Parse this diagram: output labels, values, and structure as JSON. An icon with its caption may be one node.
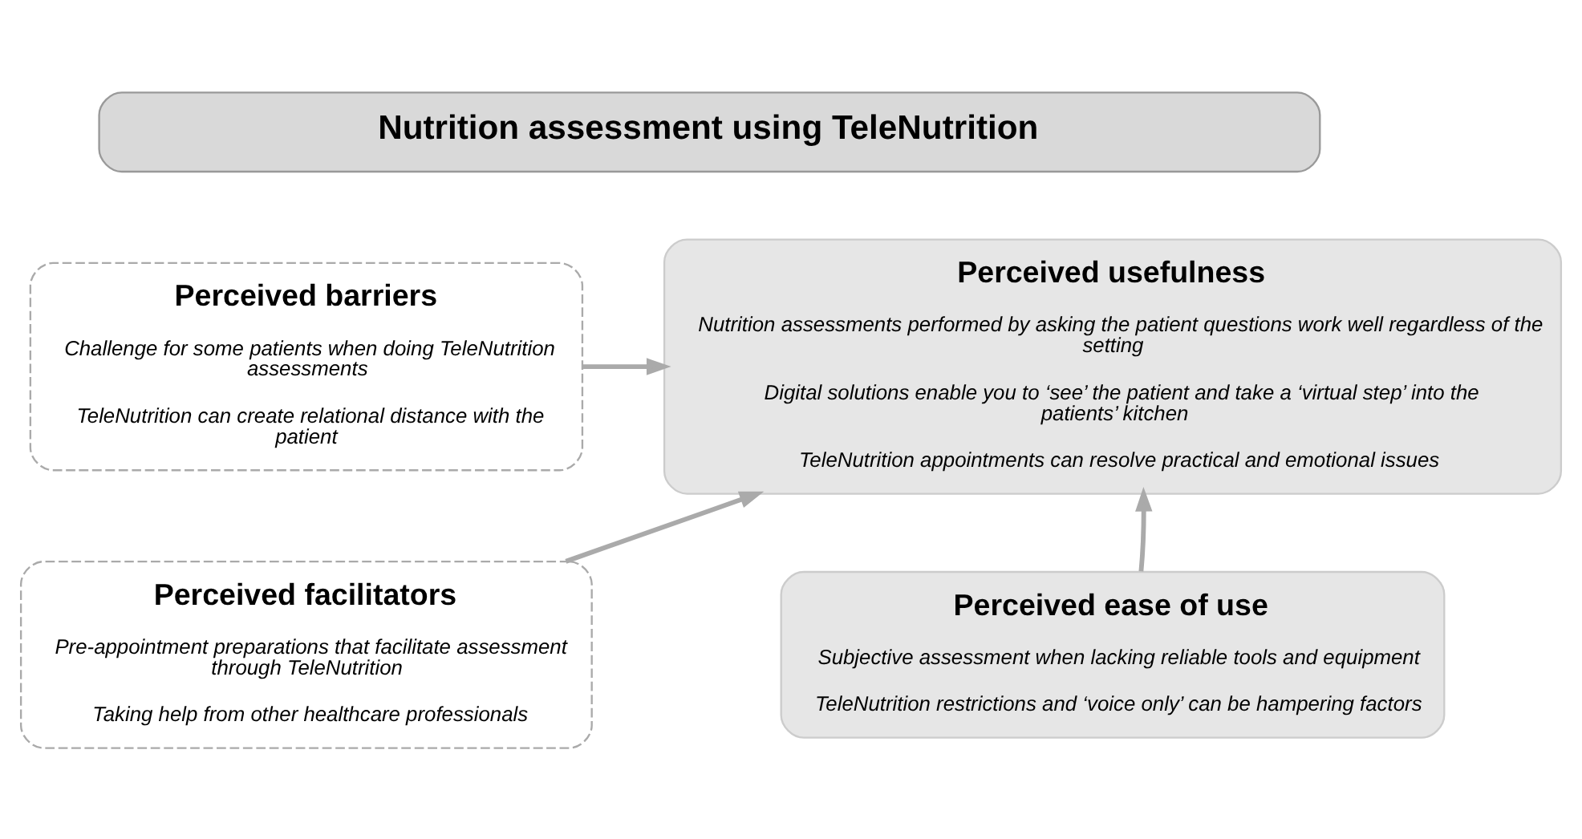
{
  "diagram": {
    "nodes": [
      {
        "text": [
          "Nutrition assessment using TeleNutrition"
        ]
      },
      {
        "text": [
          "Perceived barriers",
          "Challenge for some patients when doing TeleNutrition assessments",
          "TeleNutrition can create relational distance with the patient"
        ]
      },
      {
        "text": [
          "Perceived facilitators",
          "Pre-appointment preparations that facilitate assessment through TeleNutrition",
          "Taking help from other healthcare professionals"
        ]
      },
      {
        "text": [
          "Perceived usefulness",
          "Nutrition assessments performed by asking the patient questions work well regardless of the setting",
          "Digital solutions enable you to ‘see’ the patient and take a ‘virtual step’ into the patients’ kitchen",
          "TeleNutrition appointments can resolve practical and emotional issues"
        ]
      },
      {
        "text": [
          "Perceived ease of use",
          "Subjective assessment when lacking reliable tools and equipment",
          "TeleNutrition restrictions and ‘voice only’ can be hampering factors"
        ]
      }
    ],
    "edges": [
      {
        "from": 1,
        "to": 3,
        "arrow": "to"
      },
      {
        "from": 2,
        "to": 3,
        "arrow": "to"
      },
      {
        "from": 4,
        "to": 3,
        "arrow": "to"
      }
    ]
  }
}
